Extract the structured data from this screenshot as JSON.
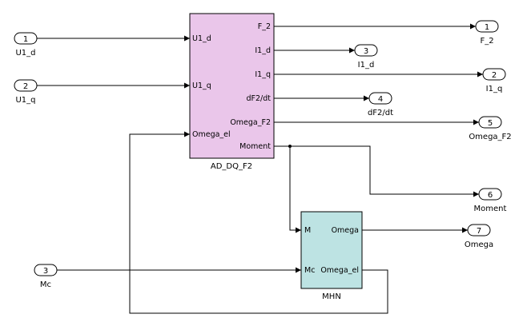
{
  "colors": {
    "ad_block_fill": "#eac6ea",
    "mhn_block_fill": "#bde3e3",
    "background": "#ffffff",
    "line": "#000000"
  },
  "blocks": {
    "ad": {
      "name": "AD_DQ_F2",
      "inputs": [
        "U1_d",
        "U1_q",
        "Omega_el"
      ],
      "outputs": [
        "F_2",
        "I1_d",
        "I1_q",
        "dF2/dt",
        "Omega_F2",
        "Moment"
      ]
    },
    "mhn": {
      "name": "MHN",
      "inputs": [
        "M",
        "Mc"
      ],
      "outputs": [
        "Omega",
        "Omega_el"
      ]
    }
  },
  "inports": [
    {
      "num": "1",
      "label": "U1_d"
    },
    {
      "num": "2",
      "label": "U1_q"
    },
    {
      "num": "3",
      "label": "Mc"
    }
  ],
  "outports": [
    {
      "num": "1",
      "label": "F_2"
    },
    {
      "num": "3",
      "label": "I1_d"
    },
    {
      "num": "2",
      "label": "I1_q"
    },
    {
      "num": "4",
      "label": "dF2/dt"
    },
    {
      "num": "5",
      "label": "Omega_F2"
    },
    {
      "num": "6",
      "label": "Moment"
    },
    {
      "num": "7",
      "label": "Omega"
    }
  ]
}
